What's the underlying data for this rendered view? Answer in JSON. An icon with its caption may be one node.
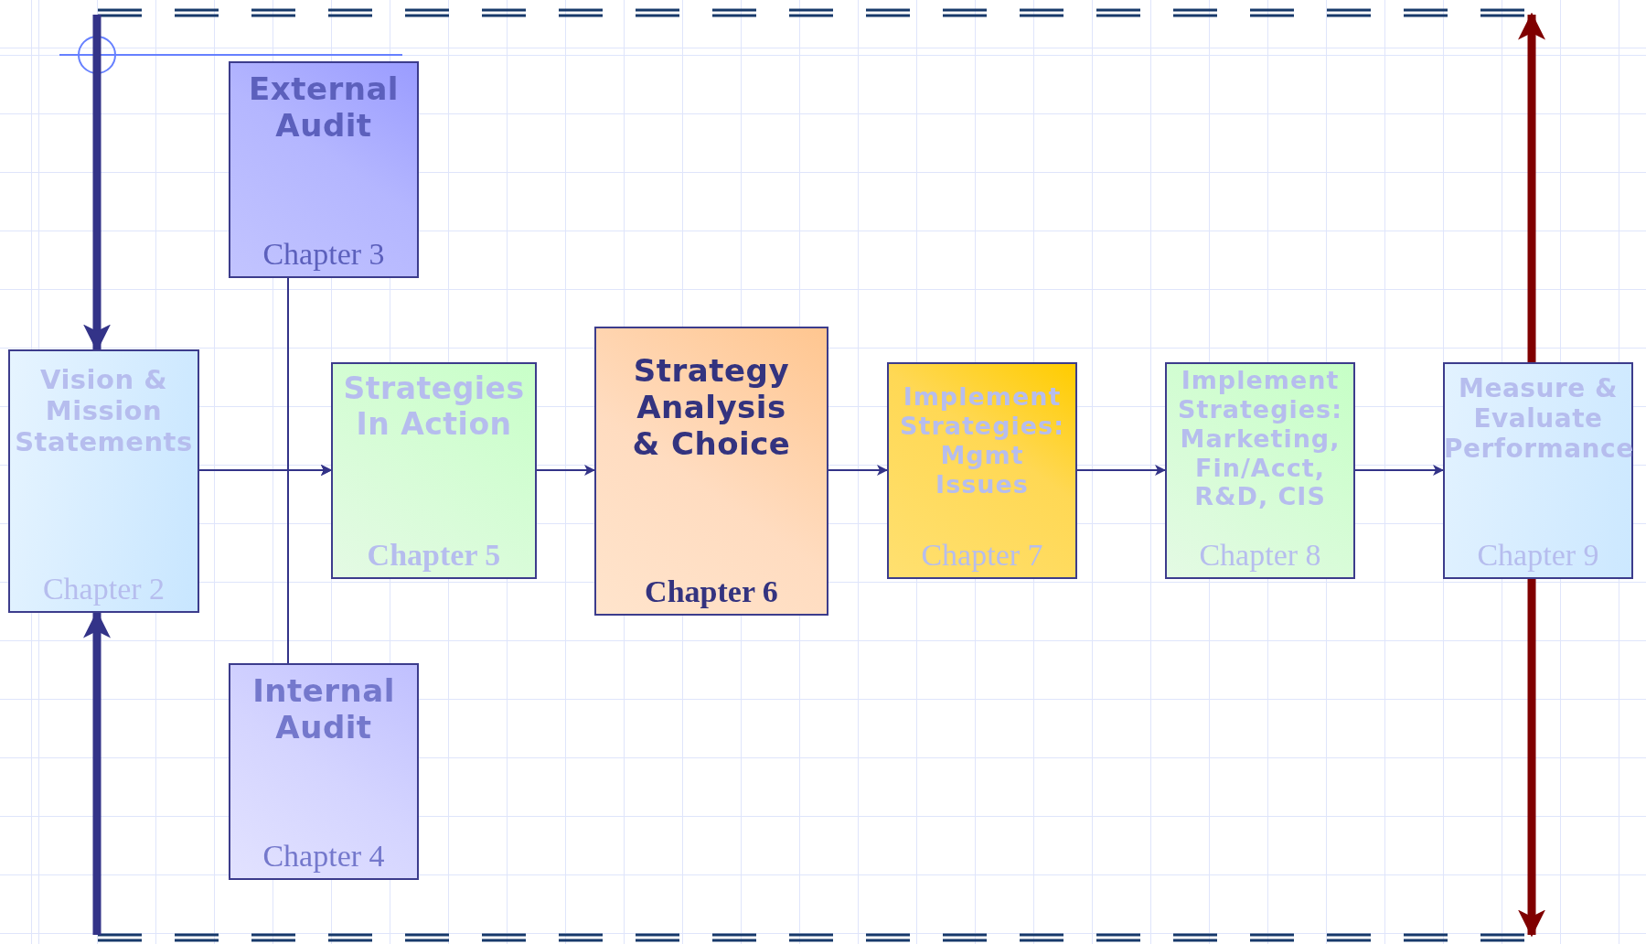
{
  "diagram": {
    "nodes": [
      {
        "text": [
          "Vision & Mission Statements",
          "Chapter 2"
        ]
      },
      {
        "text": [
          "External Audit",
          "Chapter 3"
        ]
      },
      {
        "text": [
          "Internal Audit",
          "Chapter 4"
        ]
      },
      {
        "text": [
          "Strategies In Action",
          "Chapter 5"
        ]
      },
      {
        "text": [
          "Strategy Analysis & Choice",
          "Chapter 6"
        ]
      },
      {
        "text": [
          "Implement Strategies: Mgmt Issues",
          "Chapter 7"
        ]
      },
      {
        "text": [
          "Implement Strategies: Marketing, Fin/Acct, R&D, CIS",
          "Chapter 8"
        ]
      },
      {
        "text": [
          "Measure & Evaluate Performance",
          "Chapter 9"
        ]
      }
    ],
    "edges": [
      {
        "from": 0,
        "to": 3,
        "arrow": "to"
      },
      {
        "from": 1,
        "to": 3,
        "arrow": "to"
      },
      {
        "from": 2,
        "to": 3,
        "arrow": "to"
      },
      {
        "from": 3,
        "to": 4,
        "arrow": "to"
      },
      {
        "from": 4,
        "to": 5,
        "arrow": "to"
      },
      {
        "from": 5,
        "to": 6,
        "arrow": "to"
      },
      {
        "from": 6,
        "to": 7,
        "arrow": "to"
      },
      {
        "from": null,
        "to": 0,
        "arrow": "to",
        "style": "thick"
      },
      {
        "from": null,
        "to": 0,
        "arrow": "to",
        "style": "thick"
      },
      {
        "from": 7,
        "to": null,
        "arrow": "to",
        "style": "thick",
        "color": "#800000"
      },
      {
        "from": 7,
        "to": null,
        "arrow": "to",
        "style": "thick",
        "color": "#800000"
      }
    ]
  }
}
